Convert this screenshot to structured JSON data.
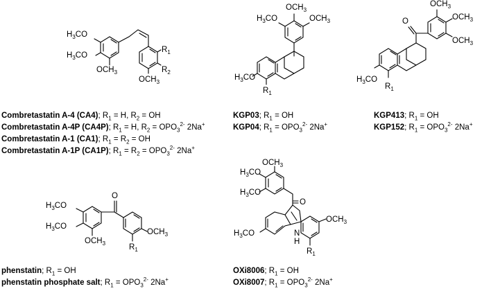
{
  "atoms": {
    "h3co": "H3CO",
    "och3": "OCH3",
    "ome_r": "OCH3",
    "o": "O",
    "nh": "H",
    "n": "N",
    "r1": "R1",
    "r2": "R2"
  },
  "captions": {
    "ca4": {
      "name": "Combretastatin A-4 (CA4)",
      "rest": "; R1 = H, R2 = OH"
    },
    "ca4p": {
      "name": "Combretastatin A-4P (CA4P)",
      "rest": "; R1 = H, R2 = OPO3 2- 2Na+"
    },
    "ca1": {
      "name": "Combretastatin A-1 (CA1)",
      "rest": "; R1 = R2 = OH"
    },
    "ca1p": {
      "name": "Combretastatin A-1P (CA1P)",
      "rest": "; R1 = R2 = OPO3 2- 2Na+"
    },
    "kgp03": {
      "name": "KGP03",
      "rest": "; R1 = OH"
    },
    "kgp04": {
      "name": "KGP04",
      "rest": "; R1 = OPO3 2- 2Na+"
    },
    "kgp413": {
      "name": "KGP413",
      "rest": "; R1 = OH"
    },
    "kgp152": {
      "name": "KGP152",
      "rest": "; R1 = OPO3 2- 2Na+"
    },
    "phen": {
      "name": "phenstatin",
      "rest": "; R1 = OH"
    },
    "phenp": {
      "name": "phenstatin phosphate salt",
      "rest": "; R1 = OPO3 2- 2Na+"
    },
    "oxi8006": {
      "name": "OXi8006",
      "rest": "; R1 = OH"
    },
    "oxi8007": {
      "name": "OXi8007",
      "rest": "; R1 = OPO3 2- 2Na+"
    }
  }
}
